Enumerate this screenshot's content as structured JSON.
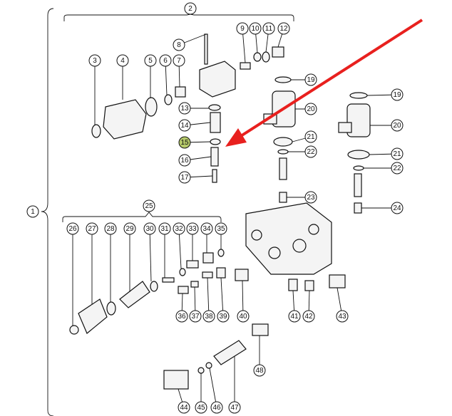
{
  "diagram": {
    "group_labels": [
      "1",
      "2",
      "25"
    ],
    "callouts": [
      "3",
      "4",
      "5",
      "6",
      "7",
      "8",
      "9",
      "10",
      "11",
      "12",
      "13",
      "14",
      "15",
      "16",
      "17",
      "19",
      "20",
      "21",
      "22",
      "23",
      "19",
      "20",
      "21",
      "22",
      "24",
      "26",
      "27",
      "28",
      "29",
      "30",
      "31",
      "32",
      "33",
      "34",
      "35",
      "36",
      "37",
      "38",
      "39",
      "40",
      "41",
      "42",
      "43",
      "48",
      "44",
      "45",
      "46",
      "47"
    ],
    "highlighted_callout": "15",
    "highlight_color": "#b5c96a",
    "arrow_color": "#e8201e"
  }
}
